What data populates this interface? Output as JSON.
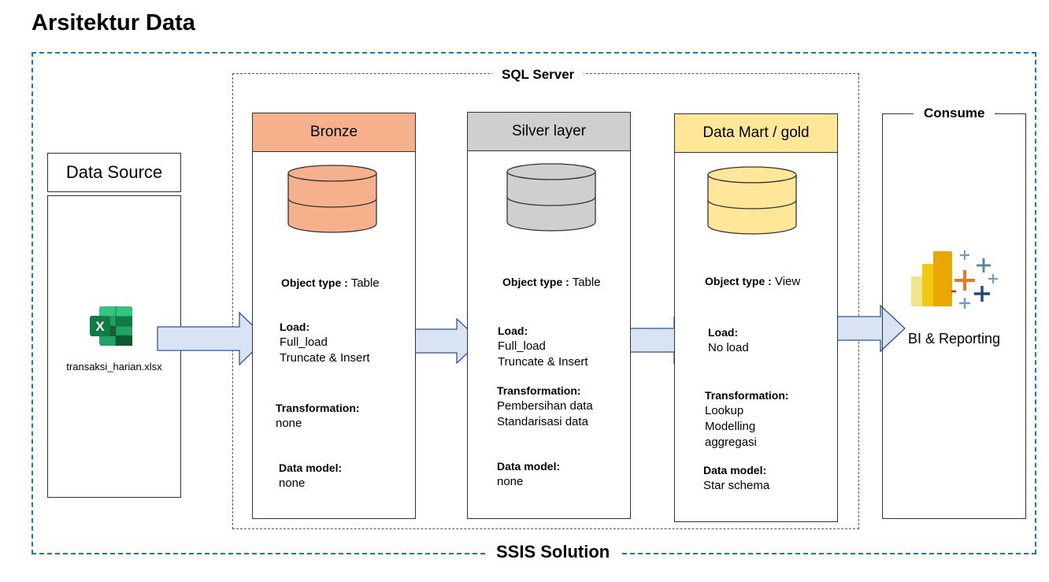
{
  "title": "Arsitektur Data",
  "frames": {
    "sql_server": "SQL Server",
    "ssis": "SSIS Solution",
    "consume": "Consume"
  },
  "data_source": {
    "title": "Data Source",
    "file": "transaksi_harian.xlsx",
    "icon": "excel-icon"
  },
  "layers": [
    {
      "name": "Bronze",
      "header_color": "#F4B18C",
      "cyl_color": "#F4B18C",
      "object_type_label": "Object type :",
      "object_type_value": "Table",
      "load_label": "Load:",
      "load_lines": [
        "Full_load",
        "Truncate & Insert"
      ],
      "transformation_label": "Transformation:",
      "transformation_lines": [
        "none"
      ],
      "data_model_label": "Data model:",
      "data_model_lines": [
        "none"
      ]
    },
    {
      "name": "Silver layer",
      "header_color": "#D0CECE",
      "cyl_color": "#D0CECE",
      "object_type_label": "Object type :",
      "object_type_value": "Table",
      "load_label": "Load:",
      "load_lines": [
        "Full_load",
        "Truncate & Insert"
      ],
      "transformation_label": "Transformation:",
      "transformation_lines": [
        "Pembersihan data",
        "Standarisasi data"
      ],
      "data_model_label": "Data model:",
      "data_model_lines": [
        "none"
      ]
    },
    {
      "name": "Data Mart / gold",
      "header_color": "#FFE699",
      "cyl_color": "#FFE699",
      "object_type_label": "Object type :",
      "object_type_value": "View",
      "load_label": "Load:",
      "load_lines": [
        "No load"
      ],
      "transformation_label": "Transformation:",
      "transformation_lines": [
        "Lookup",
        "Modelling",
        "aggregasi"
      ],
      "data_model_label": "Data model:",
      "data_model_lines": [
        "Star schema"
      ]
    }
  ],
  "consume": {
    "label": "BI & Reporting",
    "icons": [
      "power-bi-icon",
      "tableau-icon"
    ]
  },
  "colors": {
    "frame_blue": "#1F77B4",
    "arrow_fill": "#DAE3F3",
    "arrow_stroke": "#2F5597"
  }
}
